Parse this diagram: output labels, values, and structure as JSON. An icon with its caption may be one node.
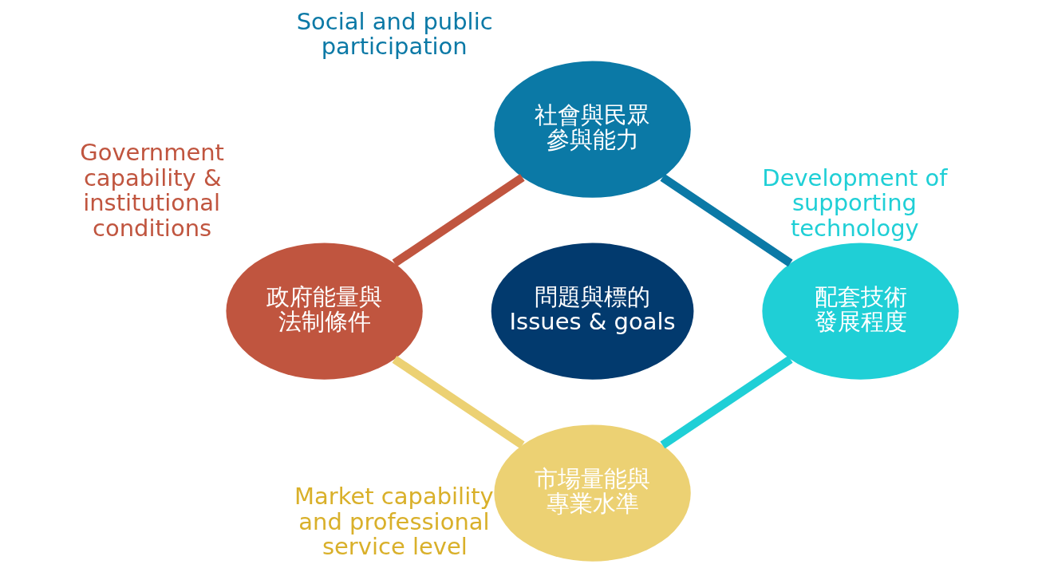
{
  "diagram": {
    "nodes": [
      {
        "text": [
          "社會與民眾參與能力"
        ],
        "beside": [
          "Social and public participation"
        ]
      },
      {
        "text": [
          "政府能量與法制條件"
        ],
        "beside": [
          "Government capability & institutional conditions"
        ]
      },
      {
        "text": [
          "問題與標的",
          "Issues & goals"
        ]
      },
      {
        "text": [
          "配套技術發展程度"
        ],
        "beside": [
          "Development of supporting technology"
        ]
      },
      {
        "text": [
          "市場量能與專業水準"
        ],
        "beside": [
          "Market capability and professional service level"
        ]
      }
    ],
    "edges": [
      {
        "from": 0,
        "to": 3,
        "arrow": "none",
        "color": "#0b79a6"
      },
      {
        "from": 3,
        "to": 4,
        "arrow": "none",
        "color": "#1fcfd6"
      },
      {
        "from": 4,
        "to": 1,
        "arrow": "none",
        "color": "#ecd173"
      },
      {
        "from": 1,
        "to": 0,
        "arrow": "none",
        "color": "#c0553f"
      }
    ]
  }
}
